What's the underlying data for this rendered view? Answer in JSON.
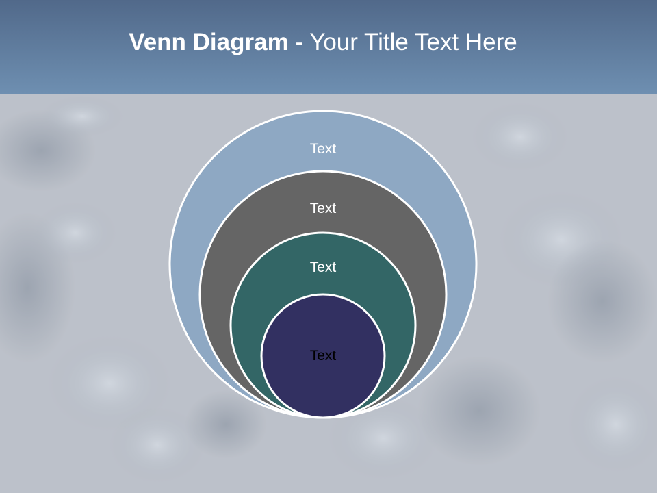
{
  "slide": {
    "title_bold": "Venn Diagram",
    "title_rest": " - Your Title Text Here"
  },
  "diagram": {
    "circles": [
      {
        "label": "Text",
        "fill": "#8ea8c3",
        "text_color": "#ffffff"
      },
      {
        "label": "Text",
        "fill": "#656565",
        "text_color": "#ffffff"
      },
      {
        "label": "Text",
        "fill": "#336666",
        "text_color": "#ffffff"
      },
      {
        "label": "Text",
        "fill": "#323061",
        "text_color": "#000000"
      }
    ],
    "outline_color": "#ffffff"
  },
  "colors": {
    "header_top": "#51698a",
    "header_bottom": "#6e8fb1",
    "background": "#b9bec7"
  }
}
